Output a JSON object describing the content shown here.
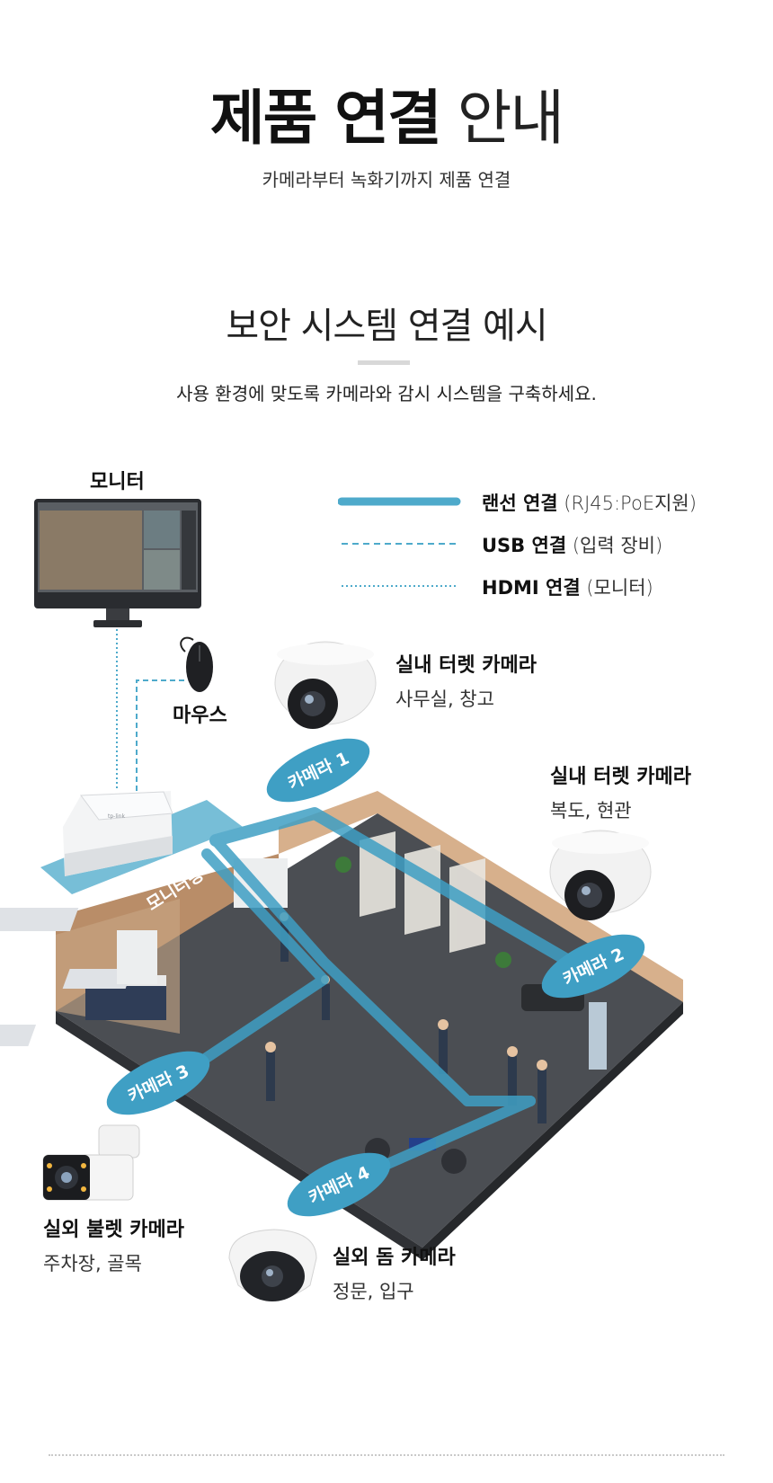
{
  "header": {
    "title_bold": "제품 연결",
    "title_light": "안내",
    "subtitle": "카메라부터 녹화기까지 제품 연결"
  },
  "section": {
    "title": "보안 시스템 연결 예시",
    "description": "사용 환경에 맞도록 카메라와 감시 시스템을 구축하세요."
  },
  "legend": [
    {
      "name": "랜선 연결",
      "note": "(RJ45:PoE지원)",
      "style": "solid"
    },
    {
      "name": "USB 연결",
      "note": "(입력 장비)",
      "style": "dashed"
    },
    {
      "name": "HDMI 연결",
      "note": "(모니터)",
      "style": "dotted"
    }
  ],
  "devices": {
    "monitor": "모니터",
    "mouse": "마우스"
  },
  "zone_labels": {
    "monitoring": "모니터링",
    "camera1": "카메라 1",
    "camera2": "카메라 2",
    "camera3": "카메라 3",
    "camera4": "카메라 4"
  },
  "cameras": [
    {
      "name": "실내 터렛 카메라",
      "location": "사무실, 창고"
    },
    {
      "name": "실내 터렛 카메라",
      "location": "복도, 현관"
    },
    {
      "name": "실외 불렛 카메라",
      "location": "주차장, 골목"
    },
    {
      "name": "실외 돔 카메라",
      "location": "정문, 입구"
    }
  ],
  "colors": {
    "lan": "#4eaacb",
    "label_bubble": "#3f9fc4",
    "floor": "#4a4d52",
    "wall": "#c9a582"
  }
}
